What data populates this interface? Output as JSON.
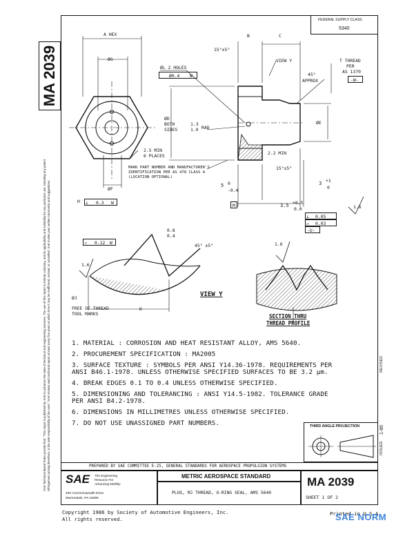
{
  "document": {
    "number": "MA 2039",
    "federal_supply_class_label": "FEDERAL SUPPLY CLASS",
    "federal_supply_class": "5340",
    "sidebar_notice": "SAE Technical Board Rules provide that: \"This report is published by SAE to advance the state of technical and engineering sciences. The use of this report is entirely voluntary, and its applicability and suitability for any particular use, including any patent infringement arising therefrom, is the sole responsibility of the user.\" SAE reviews each technical report at least every five years at which time it may be reaffirmed, revised, or cancelled. SAE invites your written comments and suggestions.",
    "revised_label": "REVISED",
    "issued_label": "ISSUED",
    "issued_date": "1-86"
  },
  "drawing": {
    "labels": {
      "a_hex": "A HEX",
      "g": "ØG",
      "b": "B",
      "c": "C",
      "angle_top": "15°±5°",
      "l_holes": "ØL 2 HOLES",
      "l_tol": "Ø0.4",
      "l_datum": "W",
      "view_y_ref": "VIEW Y",
      "t_thread": "T THREAD",
      "t_per": "PER",
      "t_spec": "AS 1370",
      "t_datum": "-W-",
      "angle_45": "45°",
      "approx": "APPROX",
      "d_both": "ØD",
      "both": "BOTH",
      "sides": "SIDES",
      "rad_top": "1.3",
      "rad_bot": "1.0",
      "rad_label": "RAD",
      "e": "ØE",
      "min_25": "2.5 MIN",
      "places_6": "6 PLACES",
      "mark_note_1": "MARK PART NUMBER AND MANUFACTURER'S",
      "mark_note_2": "IDENTIFICATION PER AS 478 CLASS A",
      "mark_note_3": "(LOCATION OPTIONAL)",
      "min_22": "2.2 MIN",
      "angle_15b": "15°±5°",
      "five": "5",
      "five_tol_top": "0",
      "five_tol_bot": "-0.4",
      "three": "3",
      "three_tol_top": "+1",
      "three_tol_bot": "0",
      "f": "ØF",
      "h": "H",
      "perp_03": "0.3",
      "w": "W",
      "m": "M",
      "dim_35": "3.5",
      "dim_35_top": "+0.5",
      "dim_35_bot": "0.0",
      "perp_005": "0.05",
      "flat_003": "0.03",
      "u_datum": "-U-",
      "finish_16a": "1.6",
      "runout_012": "0.12",
      "dim_08": "0.8",
      "dim_04": "0.4",
      "angle_45b": "45° ±5°",
      "finish_16b": "1.6",
      "finish_16c": "1.6",
      "j": "ØJ",
      "free_thread": "FREE OF THREAD",
      "tool_marks": "TOOL MARKS",
      "k": "K",
      "view_y": "VIEW Y",
      "section": "SECTION THRU",
      "thread_profile": "THREAD PROFILE"
    }
  },
  "notes": [
    "1. MATERIAL : CORROSION AND HEAT RESISTANT ALLOY, AMS 5640.",
    "2. PROCUREMENT SPECIFICATION : MA2005",
    "3. SURFACE TEXTURE : SYMBOLS  PER ANSI Y14.36-1978. REQUIREMENTS PER",
    "   ANSI B46.1-1978. UNLESS OTHERWISE SPECIFIED SURFACES TO BE 3.2 μm.",
    "4. BREAK EDGES 0.1 TO 0.4 UNLESS OTHERWISE SPECIFIED.",
    "5. DIMENSIONING AND TOLERANCING : ANSI Y14.5-1982. TOLERANCE GRADE",
    "   PER ANSI B4.2-1978.",
    "6. DIMENSIONS IN MILLIMETRES UNLESS OTHERWISE SPECIFIED.",
    "7. DO NOT USE UNASSIGNED PART NUMBERS."
  ],
  "projection": {
    "label": "THIRD ANGLE PROJECTION"
  },
  "title_block": {
    "prepared_by": "PREPARED BY SAE COMMITTEE E-25, GENERAL STANDARDS FOR AEROSPACE PROPULSION SYSTEMS",
    "logo_text": "SAE",
    "logo_tag_1": "The Engineering",
    "logo_tag_2": "Resource For",
    "logo_tag_3": "Advancing Mobility",
    "address_1": "400 Commonwealth Drive",
    "address_2": "Warrendale, PA 15096",
    "standard_type": "METRIC AEROSPACE STANDARD",
    "title": "PLUG, MJ THREAD, O-RING SEAL, AMS 5640",
    "number": "MA 2039",
    "sheet": "SHEET 1 OF 2"
  },
  "footer": {
    "copyright_1": "Copyright 1986 by Society of Automotive Engineers, Inc.",
    "copyright_2": "All rights reserved.",
    "printed": "Printed in U.S.A.",
    "watermark": "SAE NORM"
  }
}
